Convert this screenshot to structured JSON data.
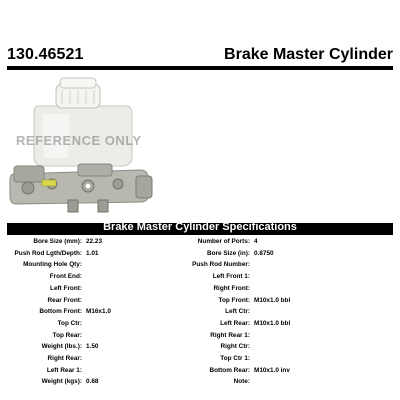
{
  "header": {
    "part_number": "130.46521",
    "title": "Brake Master Cylinder"
  },
  "image": {
    "watermark": "REFERENCE ONLY",
    "subject": "master-cylinder-icon",
    "colors": {
      "reservoir": "#eeeeea",
      "cap": "#f4f4f0",
      "body": "#b8b8b0",
      "metal_dark": "#8c8c84",
      "tag": "#d8d84a"
    }
  },
  "specs": {
    "title": "Brake Master Cylinder Specifications",
    "left": [
      {
        "label": "Bore Size (mm):",
        "value": "22.23"
      },
      {
        "label": "Push Rod Lgth/Depth:",
        "value": "1.01"
      },
      {
        "label": "Mounting Hole Qty:",
        "value": ""
      },
      {
        "label": "Front End:",
        "value": ""
      },
      {
        "label": "Left Front:",
        "value": ""
      },
      {
        "label": "Rear Front:",
        "value": ""
      },
      {
        "label": "Bottom Front:",
        "value": "M16x1.0"
      },
      {
        "label": "Top Ctr:",
        "value": ""
      },
      {
        "label": "Top Rear:",
        "value": ""
      },
      {
        "label": "Weight (lbs.):",
        "value": "1.50"
      },
      {
        "label": "Right Rear:",
        "value": ""
      },
      {
        "label": "Left Rear 1:",
        "value": ""
      },
      {
        "label": "Weight (kgs):",
        "value": "0.68"
      }
    ],
    "right": [
      {
        "label": "Number of Ports:",
        "value": "4"
      },
      {
        "label": "Bore Size (in):",
        "value": "0.8750"
      },
      {
        "label": "Push Rod Number:",
        "value": ""
      },
      {
        "label": "Left Front 1:",
        "value": ""
      },
      {
        "label": "Right Front:",
        "value": ""
      },
      {
        "label": "Top Front:",
        "value": "M10x1.0 bbl"
      },
      {
        "label": "Left Ctr:",
        "value": ""
      },
      {
        "label": "Left Rear:",
        "value": "M10x1.0 bbl"
      },
      {
        "label": "Right Rear 1:",
        "value": ""
      },
      {
        "label": "Right Ctr:",
        "value": ""
      },
      {
        "label": "Top Ctr 1:",
        "value": ""
      },
      {
        "label": "Bottom Rear:",
        "value": "M10x1.0 inv"
      },
      {
        "label": "Note:",
        "value": ""
      }
    ]
  }
}
